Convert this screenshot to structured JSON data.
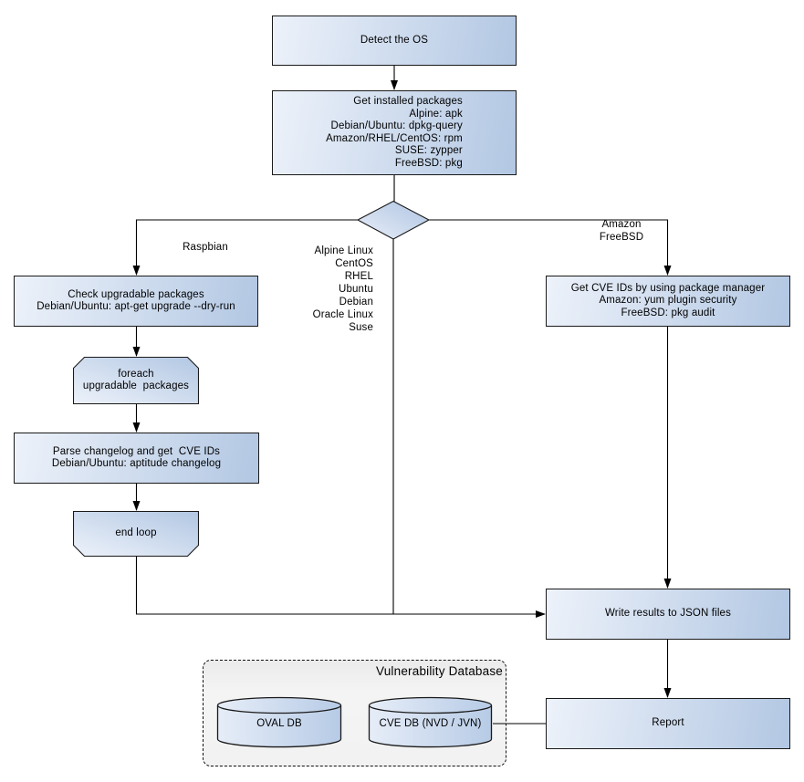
{
  "nodes": {
    "detect_os": {
      "label": "Detect the OS"
    },
    "get_packages": {
      "label": "Get installed packages\nAlpine: apk\nDebian/Ubuntu: dpkg-query\nAmazon/RHEL/CentOS: rpm\nSUSE: zypper\nFreeBSD: pkg"
    },
    "check_upgradable": {
      "label": "Check upgradable packages\nDebian/Ubuntu: apt-get upgrade --dry-run"
    },
    "foreach_loop": {
      "label": "foreach\nupgradable  packages"
    },
    "parse_changelog": {
      "label": "Parse changelog and get  CVE IDs\nDebian/Ubuntu: aptitude changelog"
    },
    "end_loop": {
      "label": "end loop"
    },
    "get_cve_ids": {
      "label": "Get CVE IDs by using package manager\nAmazon: yum plugin security\nFreeBSD: pkg audit"
    },
    "write_results": {
      "label": "Write results to JSON files"
    },
    "report": {
      "label": "Report"
    }
  },
  "edge_labels": {
    "raspbian": "Raspbian",
    "os_list": "Alpine Linux\nCentOS\nRHEL\nUbuntu\nDebian\nOracle Linux\nSuse",
    "amazon_freebsd": "Amazon\nFreeBSD"
  },
  "database": {
    "title": "Vulnerability Database",
    "cylinders": [
      {
        "label": "OVAL DB"
      },
      {
        "label": "CVE DB (NVD / JVN)"
      }
    ]
  },
  "colors": {
    "node_gradient_light": "#edf2fa",
    "node_gradient_dark": "#b2c7e3",
    "node_border": "#1a1a1a",
    "container_fill": "#f0f0f0",
    "connector": "#000000"
  }
}
